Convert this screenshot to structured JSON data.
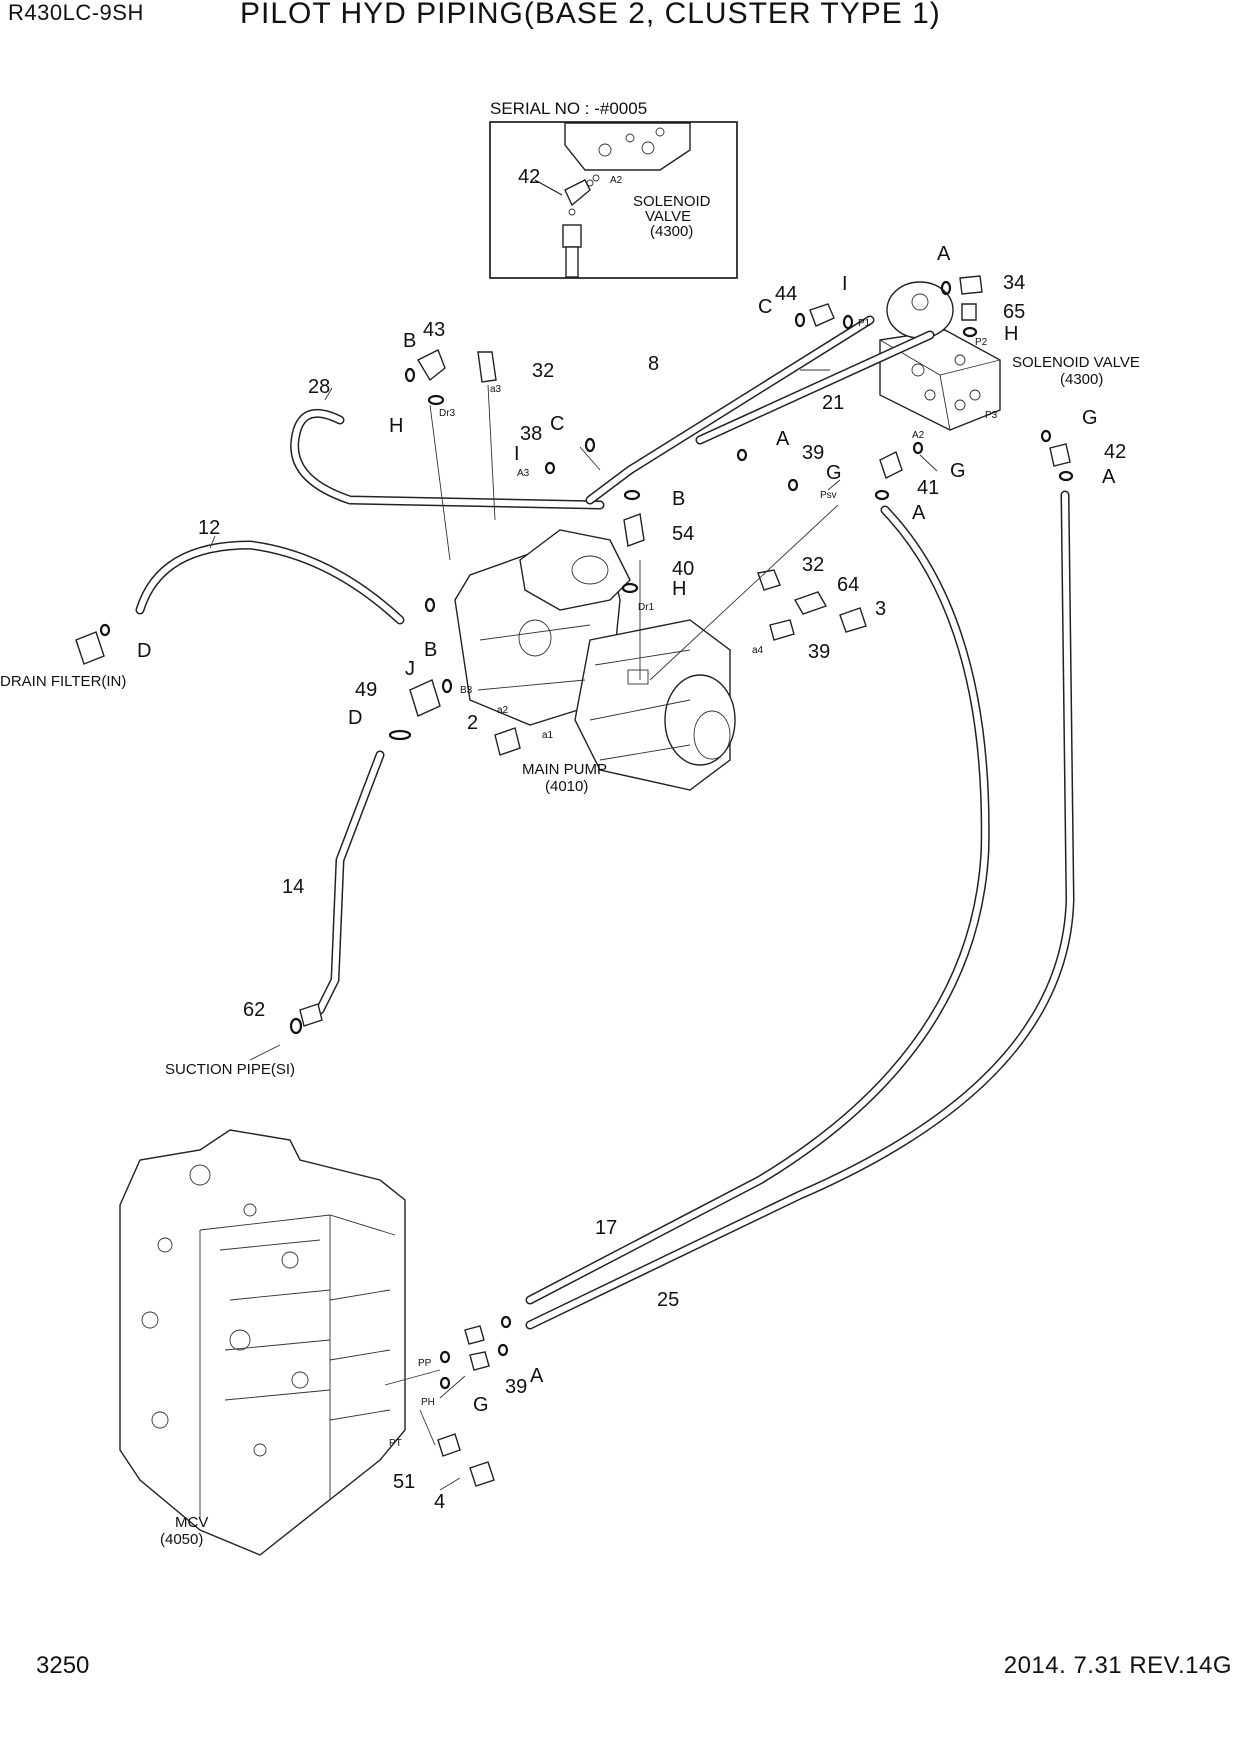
{
  "header": {
    "model": "R430LC-9SH",
    "title": "PILOT HYD PIPING(BASE 2, CLUSTER TYPE 1)"
  },
  "footer": {
    "page": "3250",
    "revision": "2014. 7.31  REV.14G"
  },
  "inset": {
    "serial": "SERIAL NO : -#0005",
    "label_solenoid_1": "SOLENOID",
    "label_solenoid_2": "VALVE",
    "label_solenoid_3": "(4300)",
    "part": "42",
    "port": "A2"
  },
  "components": {
    "solenoid_valve_1": "SOLENOID VALVE",
    "solenoid_valve_2": "(4300)",
    "main_pump_1": "MAIN PUMP",
    "main_pump_2": "(4010)",
    "mcv_1": "MCV",
    "mcv_2": "(4050)",
    "drain_filter": "DRAIN FILTER(IN)",
    "suction_pipe": "SUCTION PIPE(SI)"
  },
  "callouts": {
    "p43": "43",
    "p32a": "32",
    "p28": "28",
    "p8": "8",
    "p44": "44",
    "p34": "34",
    "p65": "65",
    "p21": "21",
    "p38": "38",
    "p39a": "39",
    "p41": "41",
    "p42": "42",
    "p54": "54",
    "p40": "40",
    "p12": "12",
    "p32b": "32",
    "p64": "64",
    "p3": "3",
    "p39b": "39",
    "p49": "49",
    "p2": "2",
    "p14": "14",
    "p62": "62",
    "p17": "17",
    "p25": "25",
    "p39c": "39",
    "p51": "51",
    "p4": "4"
  },
  "letters": {
    "l_b1": "B",
    "l_h1": "H",
    "l_c1": "C",
    "l_i1": "I",
    "l_c2": "C",
    "l_i2": "I",
    "l_a1": "A",
    "l_h2": "H",
    "l_a2": "A",
    "l_g1": "G",
    "l_g2": "G",
    "l_a3": "A",
    "l_g3": "G",
    "l_a4": "A",
    "l_b2": "B",
    "l_h3": "H",
    "l_b3": "B",
    "l_j": "J",
    "l_d1": "D",
    "l_d2": "D",
    "l_a5": "A",
    "l_g4": "G"
  },
  "ports": {
    "dr3": "Dr3",
    "a3": "a3",
    "p1": "P1",
    "p2": "P2",
    "p3": "P3",
    "A2": "A2",
    "A3": "A3",
    "psv": "Psv",
    "dr1": "Dr1",
    "a4": "a4",
    "b3": "B3",
    "pa2": "a2",
    "pa1": "a1",
    "pp": "PP",
    "ph": "PH",
    "pt": "PT"
  }
}
